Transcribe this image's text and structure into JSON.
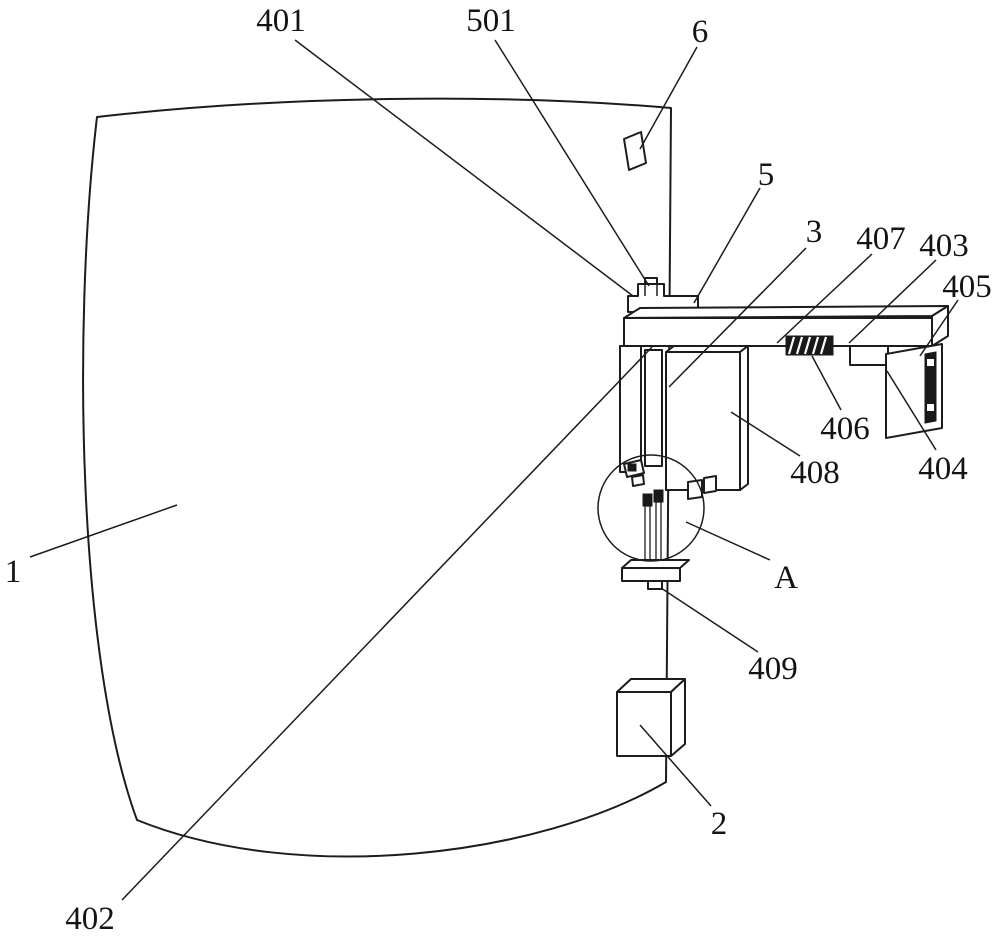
{
  "figure": {
    "kind": "patent-line-drawing",
    "background_color": "#ffffff",
    "line_color": "#1c1c1c",
    "labels": {
      "n1": "1",
      "n2": "2",
      "n3": "3",
      "n5": "5",
      "n6": "6",
      "n401": "401",
      "n402": "402",
      "n403": "403",
      "n404": "404",
      "n405": "405",
      "n406": "406",
      "n407": "407",
      "n408": "408",
      "n409": "409",
      "n501": "501",
      "nA": "A"
    }
  }
}
